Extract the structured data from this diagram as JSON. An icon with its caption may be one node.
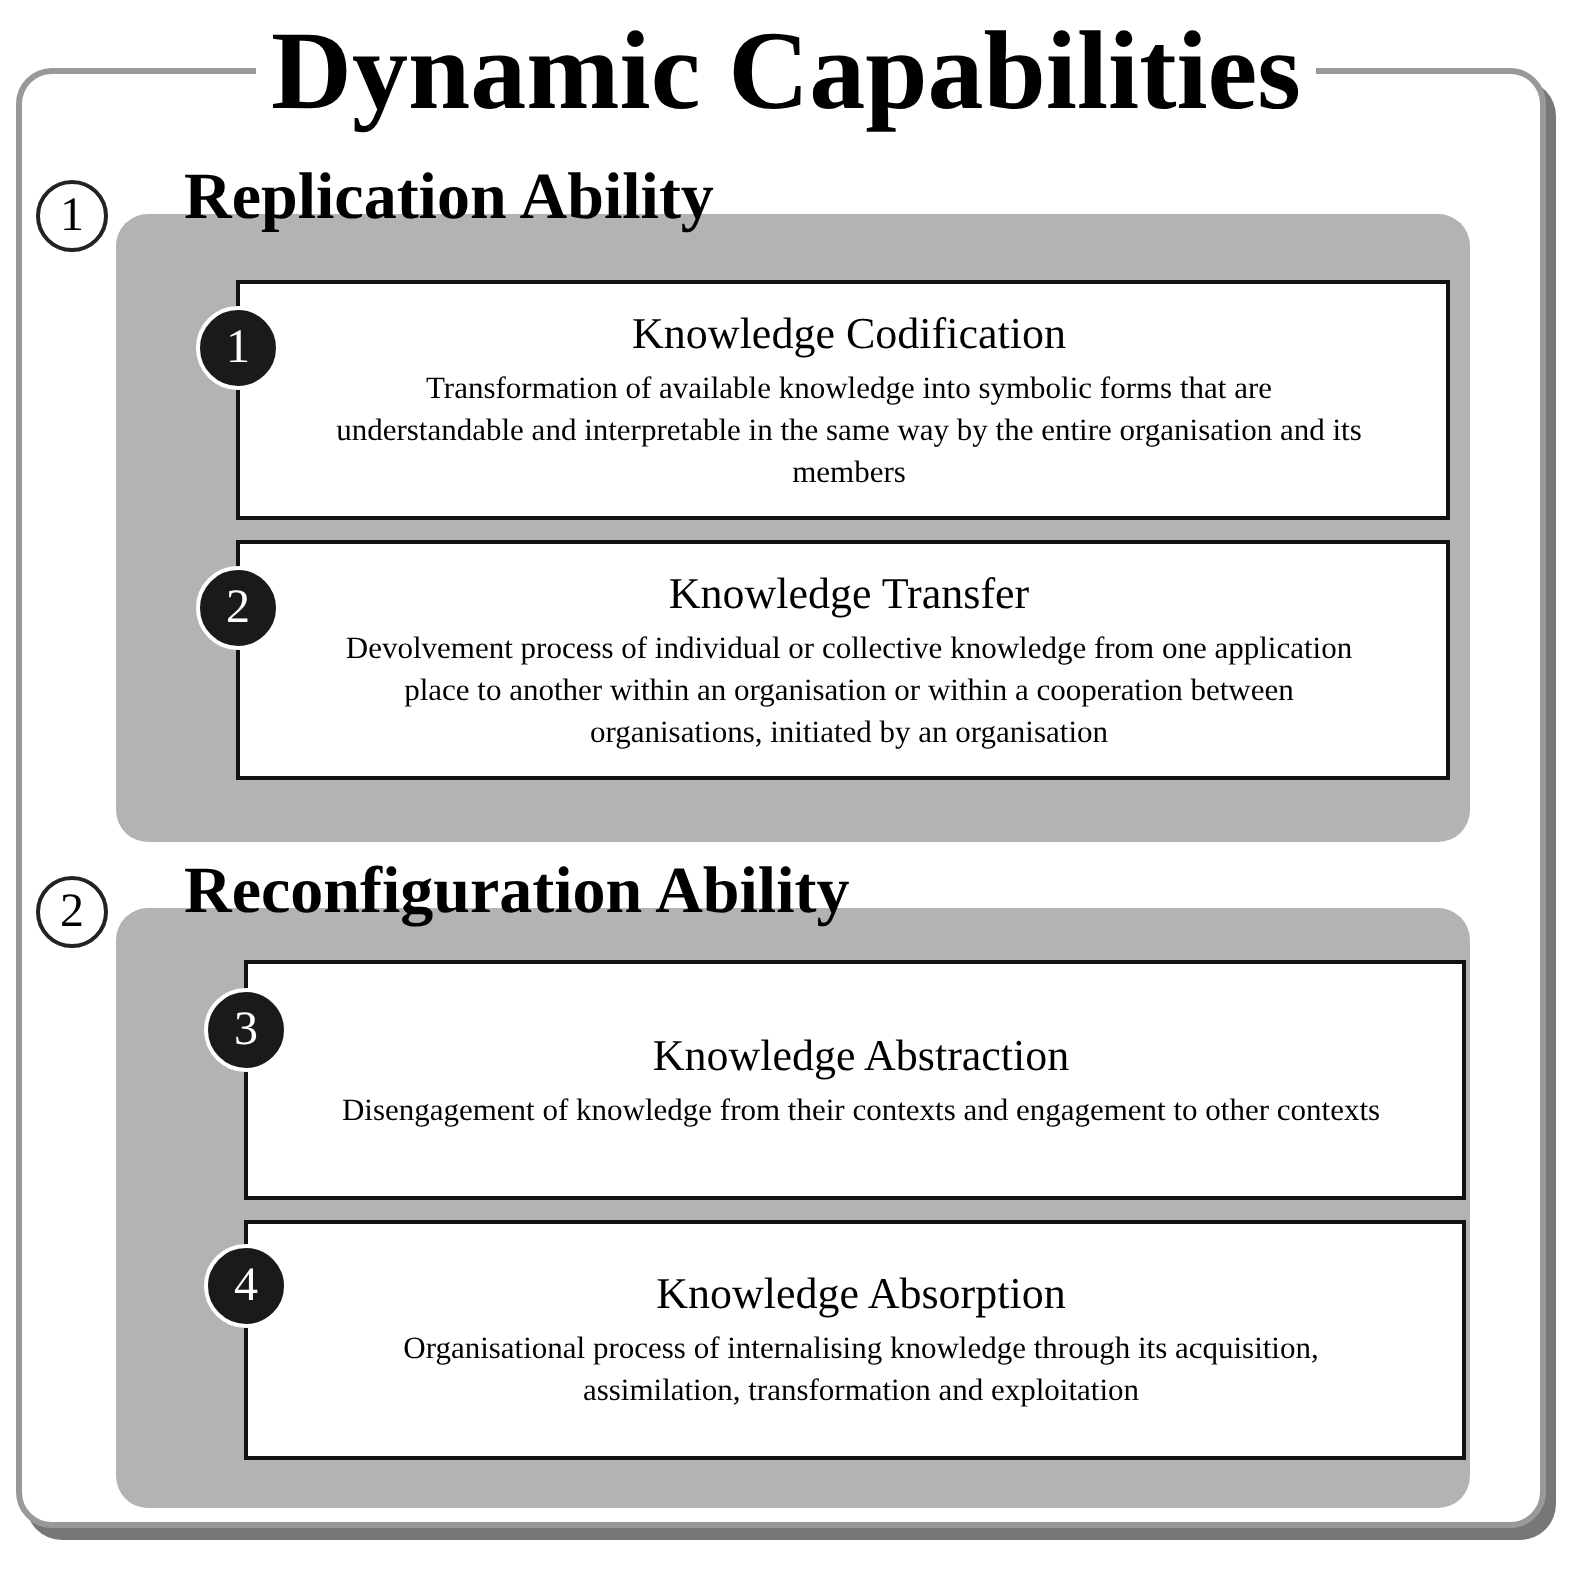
{
  "diagram": {
    "title": "Dynamic Capabilities",
    "nodes": [
      {
        "text": [
          "Replication Ability"
        ]
      },
      {
        "text": [
          "1"
        ]
      },
      {
        "text": [
          "1"
        ],
        "in": 0
      },
      {
        "text": [
          "Knowledge Codification",
          "Transformation of available knowledge into symbolic forms that are understandable and interpretable in the same way by the entire organisation and its members"
        ],
        "in": 0
      },
      {
        "text": [
          "2"
        ],
        "in": 0
      },
      {
        "text": [
          "Knowledge Transfer",
          "Devolvement process of individual or collective knowledge from one application place to another within an organisation or within a cooperation between organisations, initiated by an organisation"
        ],
        "in": 0
      },
      {
        "text": [
          "Reconfiguration Ability"
        ]
      },
      {
        "text": [
          "2"
        ]
      },
      {
        "text": [
          "3"
        ],
        "in": 6
      },
      {
        "text": [
          "Knowledge Abstraction",
          "Disengagement of knowledge from their contexts and engagement to other contexts"
        ],
        "in": 6
      },
      {
        "text": [
          "4"
        ],
        "in": 6
      },
      {
        "text": [
          "Knowledge Absorption",
          "Organisational process of internalising knowledge through its acquisition, assimilation, transformation and exploitation"
        ],
        "in": 6
      }
    ]
  }
}
